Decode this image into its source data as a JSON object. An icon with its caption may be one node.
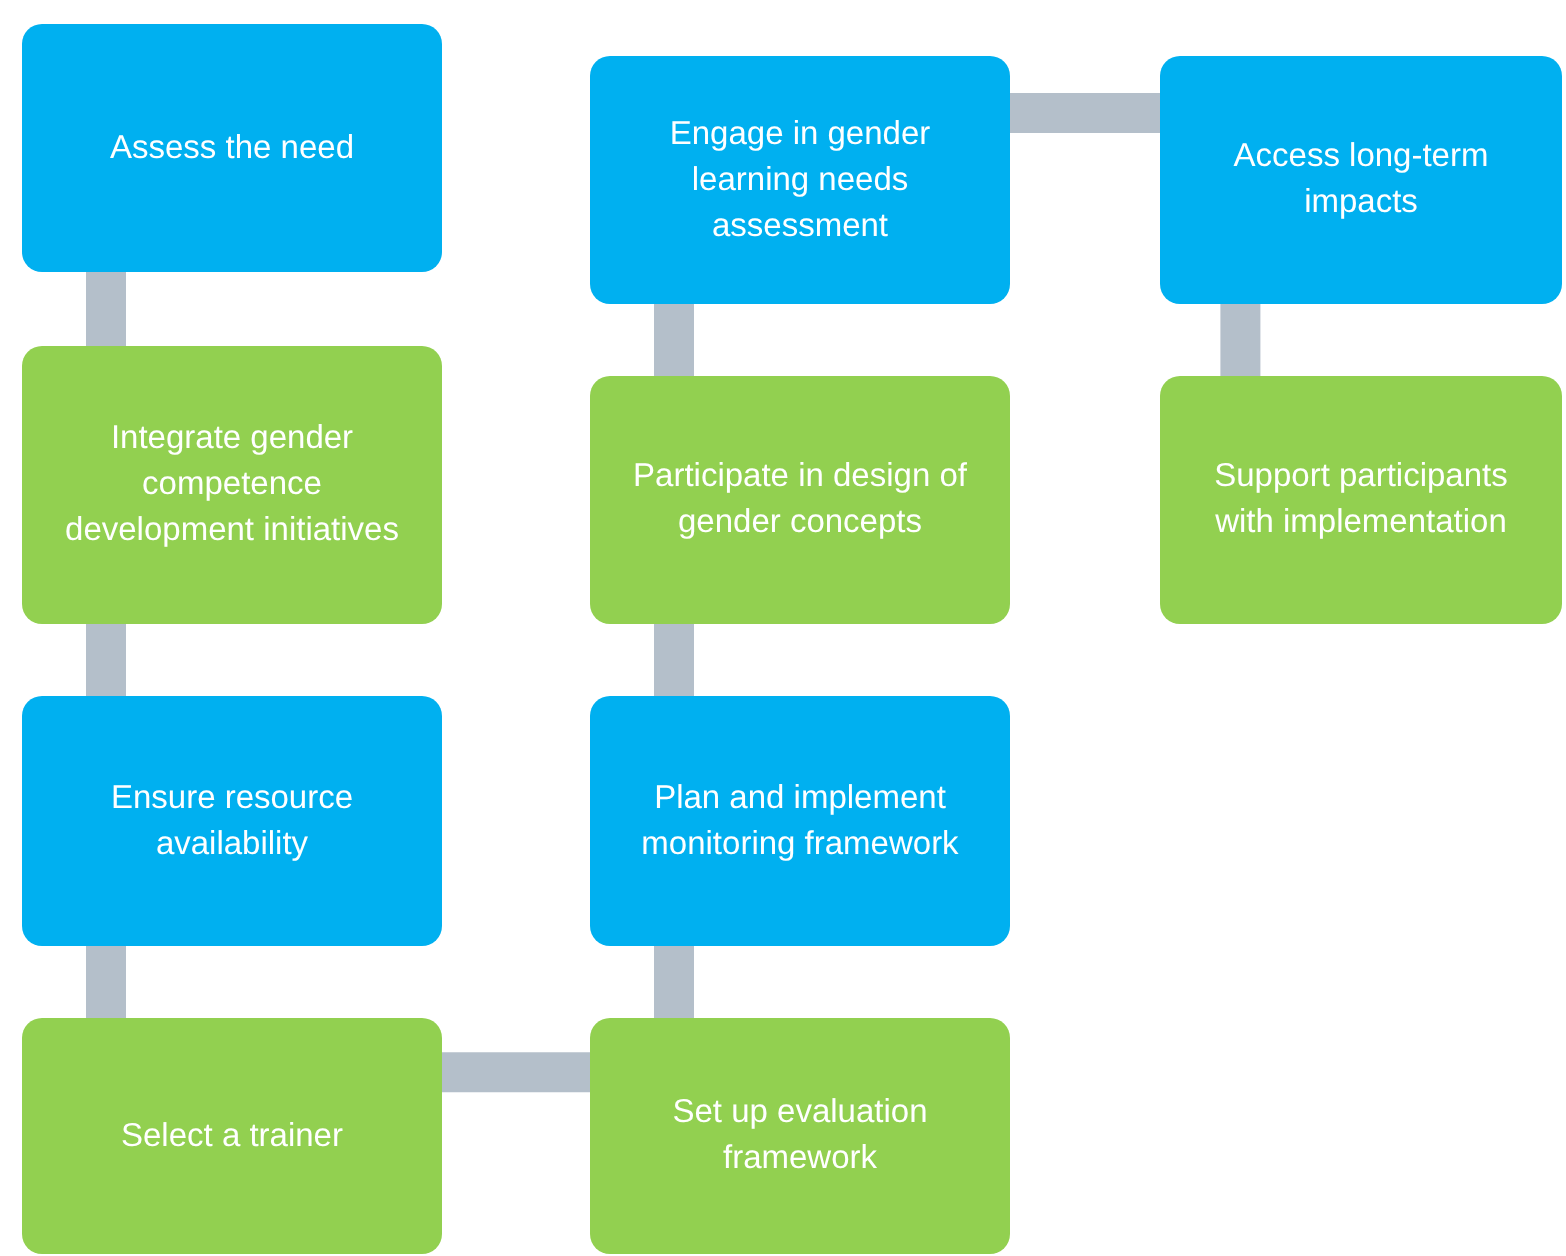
{
  "diagram": {
    "nodes": [
      {
        "text": [
          "Assess the need"
        ]
      },
      {
        "text": [
          "Integrate gender competence development initiatives"
        ]
      },
      {
        "text": [
          "Ensure resource availability"
        ]
      },
      {
        "text": [
          "Select a trainer"
        ]
      },
      {
        "text": [
          "Set up evaluation framework"
        ]
      },
      {
        "text": [
          "Plan and implement monitoring framework"
        ]
      },
      {
        "text": [
          "Participate in design of gender concepts"
        ]
      },
      {
        "text": [
          "Engage in gender learning needs assessment"
        ]
      },
      {
        "text": [
          "Access long-term impacts"
        ]
      },
      {
        "text": [
          "Support participants with implementation"
        ]
      }
    ],
    "edges": [
      {
        "from": 0,
        "to": 1,
        "arrow": "none"
      },
      {
        "from": 1,
        "to": 2,
        "arrow": "none"
      },
      {
        "from": 2,
        "to": 3,
        "arrow": "none"
      },
      {
        "from": 3,
        "to": 4,
        "arrow": "none"
      },
      {
        "from": 4,
        "to": 5,
        "arrow": "none"
      },
      {
        "from": 5,
        "to": 6,
        "arrow": "none"
      },
      {
        "from": 6,
        "to": 7,
        "arrow": "none"
      },
      {
        "from": 7,
        "to": 8,
        "arrow": "none"
      },
      {
        "from": 8,
        "to": 9,
        "arrow": "none"
      }
    ]
  }
}
